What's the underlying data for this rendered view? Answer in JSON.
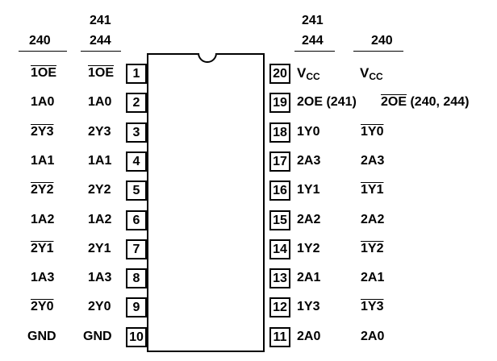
{
  "headers": {
    "left_240": "240",
    "left_241_244_a": "241",
    "left_241_244_b": "244",
    "right_241_244_a": "241",
    "right_241_244_b": "244",
    "right_240": "240"
  },
  "left_pins": [
    {
      "num": "1",
      "col240": "1OE",
      "col240_bar": true,
      "col241": "1OE",
      "col241_bar": true
    },
    {
      "num": "2",
      "col240": "1A0",
      "col240_bar": false,
      "col241": "1A0",
      "col241_bar": false
    },
    {
      "num": "3",
      "col240": "2Y3",
      "col240_bar": true,
      "col241": "2Y3",
      "col241_bar": false
    },
    {
      "num": "4",
      "col240": "1A1",
      "col240_bar": false,
      "col241": "1A1",
      "col241_bar": false
    },
    {
      "num": "5",
      "col240": "2Y2",
      "col240_bar": true,
      "col241": "2Y2",
      "col241_bar": false
    },
    {
      "num": "6",
      "col240": "1A2",
      "col240_bar": false,
      "col241": "1A2",
      "col241_bar": false
    },
    {
      "num": "7",
      "col240": "2Y1",
      "col240_bar": true,
      "col241": "2Y1",
      "col241_bar": false
    },
    {
      "num": "8",
      "col240": "1A3",
      "col240_bar": false,
      "col241": "1A3",
      "col241_bar": false
    },
    {
      "num": "9",
      "col240": "2Y0",
      "col240_bar": true,
      "col241": "2Y0",
      "col241_bar": false
    },
    {
      "num": "10",
      "col240": "GND",
      "col240_bar": false,
      "col241": "GND",
      "col241_bar": false
    }
  ],
  "right_pins": [
    {
      "num": "20",
      "col241": "V",
      "col241_sub": "CC",
      "col240": "V",
      "col240_sub": "CC"
    },
    {
      "num": "19",
      "col241": "2OE (241)",
      "col240_bar_part": "2OE",
      "col240_rest": " (240, 244)"
    },
    {
      "num": "18",
      "col241": "1Y0",
      "col240": "1Y0",
      "col240_bar": true
    },
    {
      "num": "17",
      "col241": "2A3",
      "col240": "2A3",
      "col240_bar": false
    },
    {
      "num": "16",
      "col241": "1Y1",
      "col240": "1Y1",
      "col240_bar": true
    },
    {
      "num": "15",
      "col241": "2A2",
      "col240": "2A2",
      "col240_bar": false
    },
    {
      "num": "14",
      "col241": "1Y2",
      "col240": "1Y2",
      "col240_bar": true
    },
    {
      "num": "13",
      "col241": "2A1",
      "col240": "2A1",
      "col240_bar": false
    },
    {
      "num": "12",
      "col241": "1Y3",
      "col240": "1Y3",
      "col240_bar": true
    },
    {
      "num": "11",
      "col241": "2A0",
      "col240": "2A0",
      "col240_bar": false
    }
  ]
}
